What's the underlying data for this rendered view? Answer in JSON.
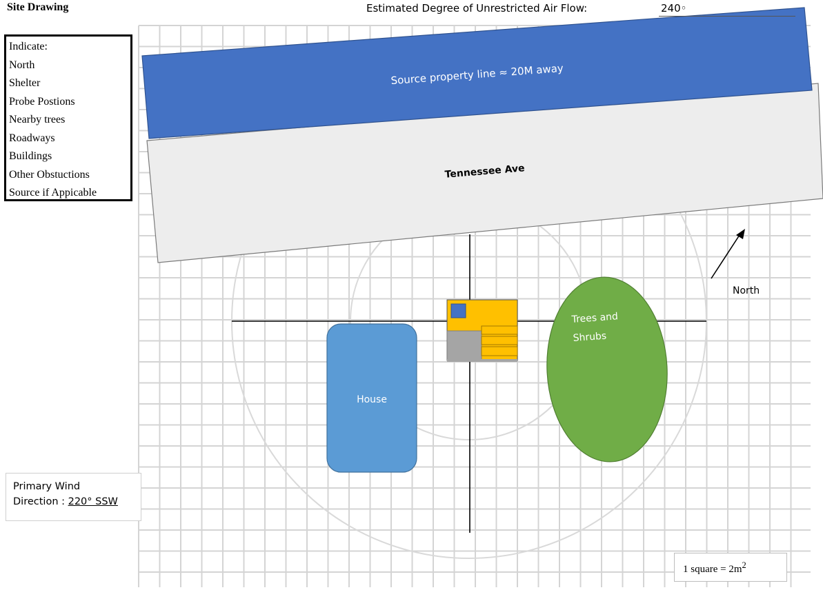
{
  "header": {
    "title": "Site Drawing",
    "airflow_label": "Estimated Degree of Unrestricted Air Flow:",
    "airflow_value": "240◦"
  },
  "indicate": {
    "items": [
      "Indicate:",
      "North",
      "Shelter",
      "Probe Postions",
      "Nearby trees",
      "Roadways",
      "Buildings",
      "Other Obstuctions",
      "Source if Appicable"
    ]
  },
  "diagram": {
    "property_line_label": "Source property line ≈ 20M away",
    "road_label": "Tennessee Ave",
    "house_label": "House",
    "trees_label": [
      "Trees and",
      "Shrubs"
    ],
    "north_label": "North",
    "colors": {
      "property_fill": "#4472c4",
      "road_fill": "#ededed",
      "house_fill": "#5b9bd5",
      "trees_fill": "#70ad47",
      "shelter_fill": "#ffc000",
      "shelter_gray": "#a5a5a5",
      "grid": "#d4d4d4"
    }
  },
  "wind": {
    "label_line1": "Primary Wind",
    "label_line2_prefix": "Direction : ",
    "value": "220° SSW"
  },
  "scale": {
    "text": "1 square = 2m",
    "superscript": "2"
  }
}
